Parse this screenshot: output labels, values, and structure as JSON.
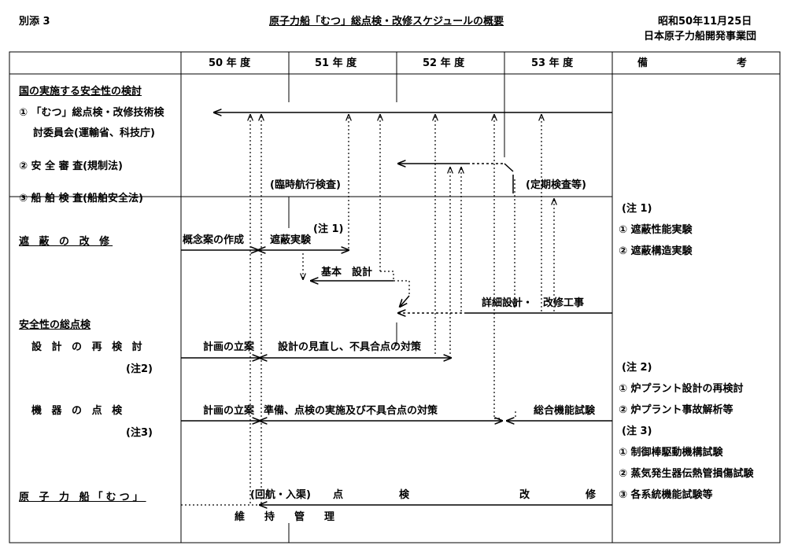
{
  "header": {
    "attachment": "別添 3",
    "title": "原子力船「むつ」総点検・改修スケジュールの概要",
    "date": "昭和50年11月25日",
    "organization": "日本原子力船開発事業団"
  },
  "columns": {
    "y50": "50 年 度",
    "y51": "51 年 度",
    "y52": "52 年 度",
    "y53": "53 年 度",
    "remarks": "備　　　　　考"
  },
  "rows": {
    "gov_review": "国の実施する安全性の検討",
    "item1_a": "① 「むつ」総点検・改修技術検",
    "item1_b": "討委員会(運輸省、科技庁)",
    "item2": "② 安 全 審 査(規制法)",
    "item3": "③ 船 舶 検 査(船舶安全法)",
    "shield": "遮 蔽 の 改 修",
    "safety_check": "安全性の総点検",
    "design_review": "設 計 の 再 検 討",
    "note2_ref": "(注2)",
    "equipment_check": "機 器 の 点 検",
    "note3_ref": "(注3)",
    "ship": "原 子 力 船「むつ」"
  },
  "labels": {
    "temp_voyage_inspection": "(臨時航行検査)",
    "periodic_inspection": "(定期検査等)",
    "concept_plan": "概念案の作成",
    "shield_experiment": "遮蔽実験",
    "note1_ref": "(注 1)",
    "basic_design": "基本　設計",
    "detailed_design": "詳細設計・　改修工事",
    "plan_design": "計画の立案",
    "design_revision": "設計の見直し、不具合点の対策",
    "plan_equip": "計画の立案",
    "prep_inspection": "準備、点検の実施及び不具合点の対策",
    "integrated_test": "総合機能試験",
    "return_entry": "(回航・入渠)",
    "inspection_word": "点",
    "inspection_word2": "検",
    "repair_word": "改",
    "repair_word2": "修",
    "maintenance": "維　持　管　理"
  },
  "remarks": {
    "note1_title": "(注 1)",
    "note1_item1": "① 遮蔽性能実験",
    "note1_item2": "② 遮蔽構造実験",
    "note2_title": "(注 2)",
    "note2_item1": "① 炉プラント設計の再検討",
    "note2_item2": "② 炉プラント事故解析等",
    "note3_title": "(注 3)",
    "note3_item1": "① 制御棒駆動機構試験",
    "note3_item2": "② 蒸気発生器伝熱管損傷試験",
    "note3_item3": "③ 各系統機能試験等"
  }
}
